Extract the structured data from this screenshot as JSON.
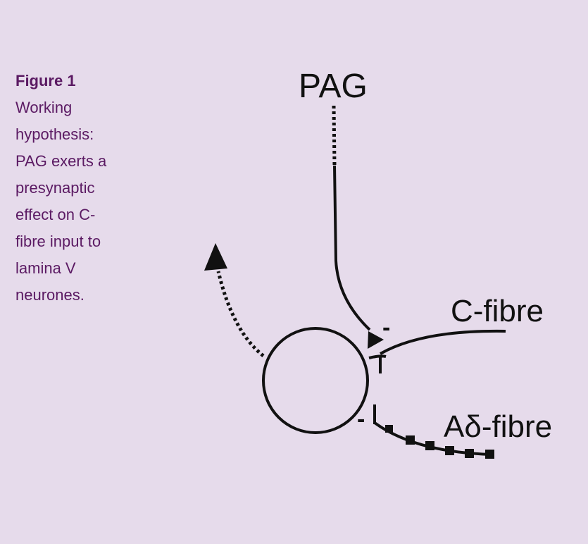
{
  "caption": {
    "title": "Figure 1",
    "text": "Working\nhypothesis:\nPAG exerts a\npresynaptic\neffect on C-\nfibre input to\nlamina V\nneurones."
  },
  "diagram": {
    "labels": {
      "pag": "PAG",
      "c_fibre": "C-fibre",
      "a_delta_fibre": "Aδ-fibre",
      "inhibitory_sign_c": "-",
      "inhibitory_sign_a": "-"
    }
  },
  "colors": {
    "background": "#e6dbeb",
    "caption_text": "#5b1a63",
    "diagram_ink": "#111111"
  }
}
